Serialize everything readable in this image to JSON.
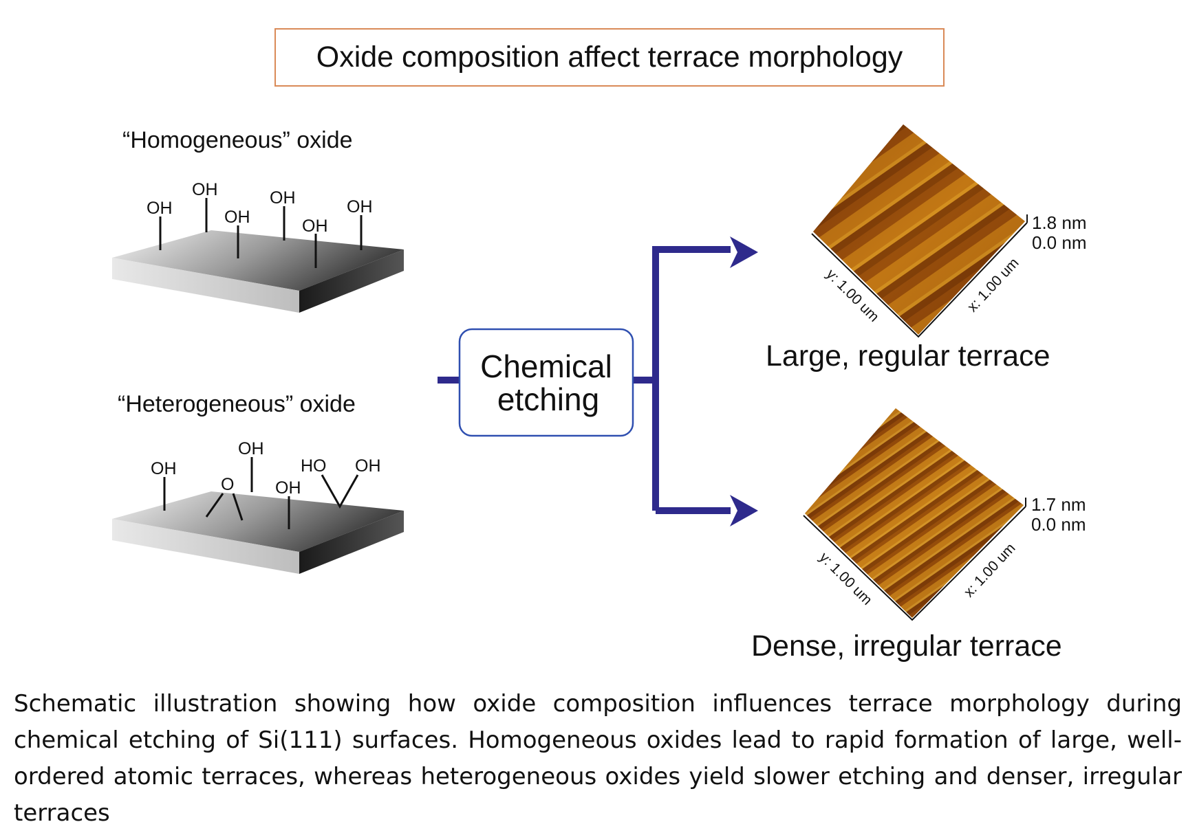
{
  "title": "Oxide composition affect terrace morphology",
  "panels": {
    "homogeneous": {
      "label": "“Homogeneous” oxide",
      "group": "OH"
    },
    "heterogeneous": {
      "label": "“Heterogeneous” oxide",
      "group_oh": "OH",
      "group_ho": "HO",
      "bridge": "O"
    }
  },
  "process": {
    "line1": "Chemical",
    "line2": "etching"
  },
  "results": {
    "large": {
      "label": "Large, regular terrace",
      "z_max": "1.8 nm",
      "z_min": "0.0 nm",
      "y_axis": "y: 1.00 um",
      "x_axis": "x: 1.00 um"
    },
    "dense": {
      "label": "Dense, irregular terrace",
      "z_max": "1.7 nm",
      "z_min": "0.0 nm",
      "y_axis": "y: 1.00 um",
      "x_axis": "x: 1.00 um"
    }
  },
  "caption": "Schematic illustration showing how oxide composition influences terrace morphology during chemical etching of Si(111) surfaces.  Homogeneous oxides lead to rapid formation of large, well-ordered atomic terraces, whereas heterogeneous oxides yield slower etching and denser, irregular terraces",
  "colors": {
    "title_border": "#d98a57",
    "arrow": "#2e2a8c",
    "process_border": "#2f4fb0",
    "afm_dark": "#6a2e05",
    "afm_light": "#e0a020"
  }
}
